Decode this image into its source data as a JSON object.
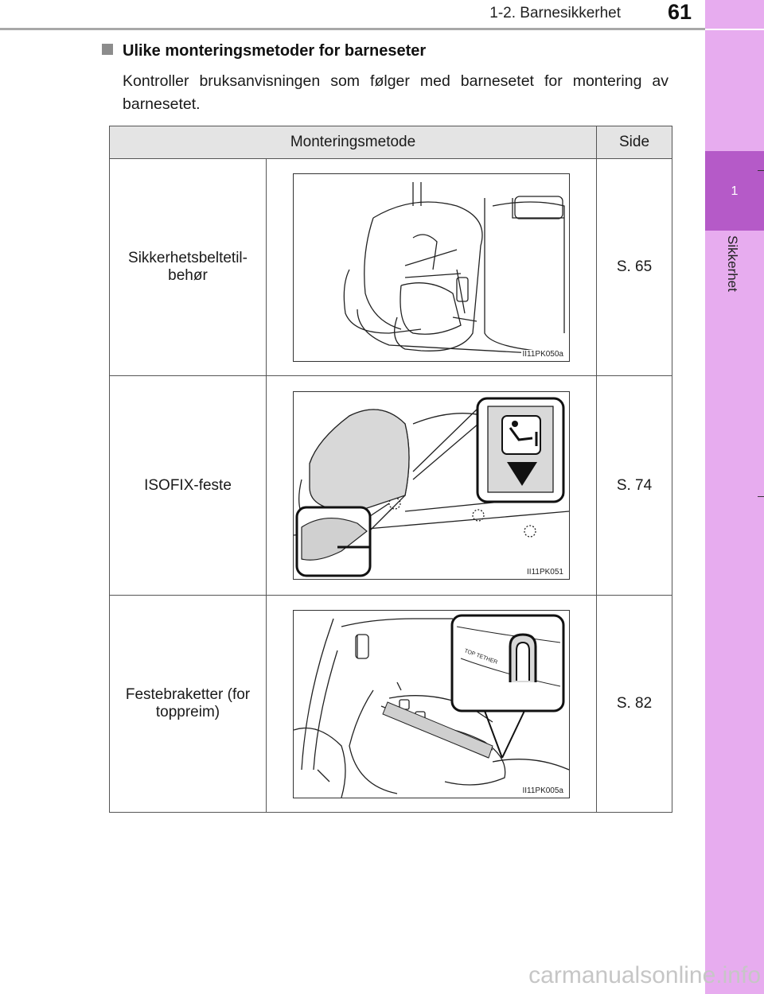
{
  "header": {
    "section": "1-2. Barnesikkerhet",
    "page_number": "61"
  },
  "side_tab": {
    "chapter_number": "1",
    "chapter_name": "Sikkerhet"
  },
  "heading": "Ulike monteringsmetoder for barneseter",
  "intro": "Kontroller bruksanvisningen som følger med barnesetet for montering av barnesetet.",
  "table": {
    "headers": {
      "method": "Monteringsmetode",
      "page": "Side"
    },
    "rows": [
      {
        "method": "Sikkerhetsbeltetil-behør",
        "figure_code": "II11PK050a",
        "page": "S. 65"
      },
      {
        "method": "ISOFIX-feste",
        "figure_code": "II11PK051",
        "page": "S. 74"
      },
      {
        "method": "Festebraketter (for toppreim)",
        "figure_code": "II11PK005a",
        "page": "S. 82"
      }
    ]
  },
  "figure_text": {
    "top_tether": "TOP TETHER"
  },
  "watermark": "carmanualsonline.info"
}
